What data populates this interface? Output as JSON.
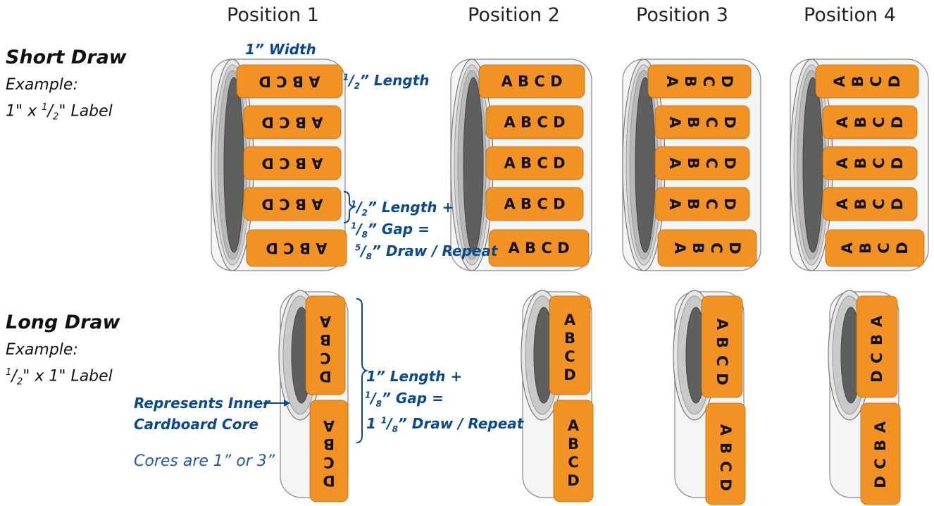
{
  "headings": {
    "position_1": "Position 1",
    "position_2": "Position 2",
    "position_3": "Position 3",
    "position_4": "Position 4"
  },
  "short_draw": {
    "title": "Short Draw",
    "example": "Example:",
    "size_prefix": "1\" x ",
    "size_num": "1",
    "size_den": "2",
    "size_suffix": "\" Label",
    "width_label": "1” Width",
    "length_num": "1",
    "length_den": "2",
    "length_label": "” Length",
    "gap_line1_num": "1",
    "gap_line1_den": "2",
    "gap_line1": "” Length +",
    "gap_line2_num": "1",
    "gap_line2_den": "8",
    "gap_line2": "” Gap =",
    "gap_line3_num": "5",
    "gap_line3_den": "8",
    "gap_line3": "” Draw / Repeat"
  },
  "long_draw": {
    "title": "Long Draw",
    "example": "Example:",
    "size_num": "1",
    "size_den": "2",
    "size_suffix": "\" x 1\" Label",
    "gap_line1": "1” Length +",
    "gap_line2_num": "1",
    "gap_line2_den": "8",
    "gap_line2": "” Gap =",
    "gap_line3_prefix": "1 ",
    "gap_line3_num": "1",
    "gap_line3_den": "8",
    "gap_line3": "” Draw / Repeat",
    "core_label_1": "Represents Inner",
    "core_label_2": "Cardboard Core",
    "cores_note": "Cores are 1” or 3”"
  },
  "label_text": "A B C D",
  "colors": {
    "label": "#f39224",
    "blue": "#0a4a8c",
    "core": "#5f5f5f"
  }
}
